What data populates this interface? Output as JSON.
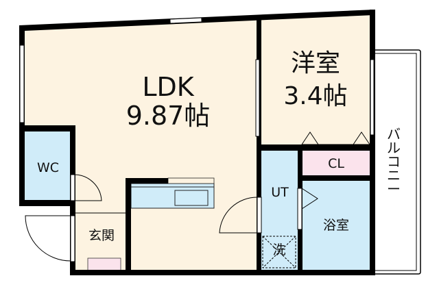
{
  "colors": {
    "living": "#fdf3e1",
    "wet": "#d0ecf9",
    "closet": "#fbe3ec",
    "wall": "#000000"
  },
  "rooms": {
    "ldk": {
      "name": "LDK",
      "size": "9.87帖"
    },
    "western": {
      "name": "洋室",
      "size": "3.4帖"
    },
    "wc": {
      "name": "WC"
    },
    "closet": {
      "name": "CL"
    },
    "utility": {
      "name": "UT"
    },
    "washer": {
      "name": "洗"
    },
    "bath": {
      "name": "浴室"
    },
    "entrance": {
      "name": "玄関"
    },
    "balcony": {
      "name": "バルコニー",
      "chars": [
        "バ",
        "ル",
        "コ",
        "ニ",
        "ー"
      ]
    }
  }
}
